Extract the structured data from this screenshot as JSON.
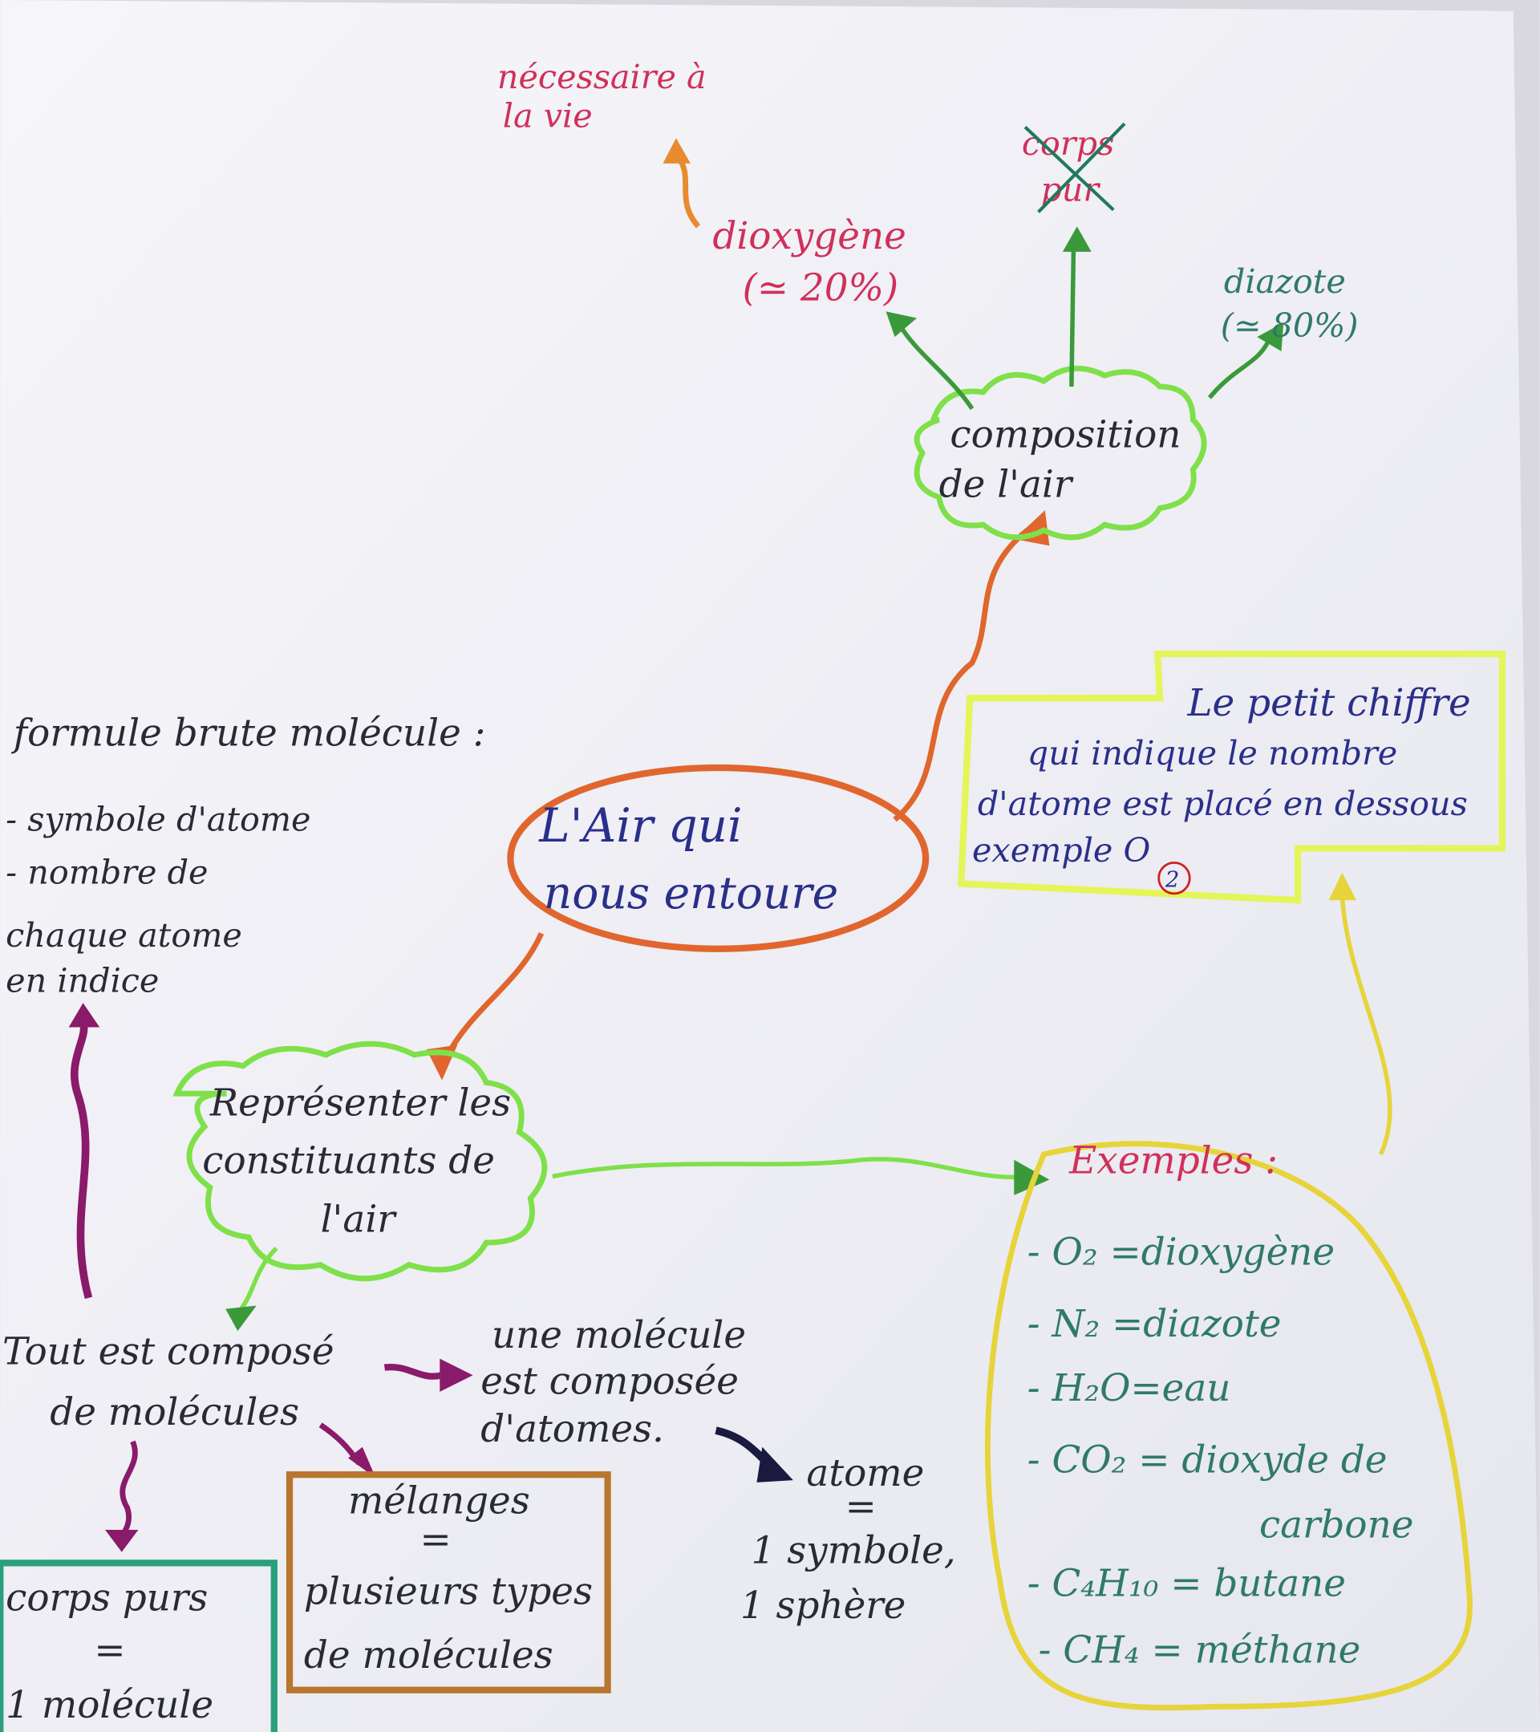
{
  "colors": {
    "paper": "#f4f4f8",
    "red_text": "#d0305a",
    "green_text": "#2f7a6a",
    "blue_text": "#2a2f8a",
    "dark_text": "#2a2a35",
    "orange": "#e0662e",
    "light_green": "#7fe04a",
    "yellow": "#e6d43a",
    "lime": "#e4f55a",
    "purple": "#8a1a6a",
    "teal_box": "#2aa07a",
    "brown_box": "#b8762e"
  },
  "central": {
    "line1": "L'Air qui",
    "line2": "nous entoure"
  },
  "composition": {
    "line1": "composition",
    "line2": "de   l'air",
    "dioxygen": {
      "name": "dioxygène",
      "pct": "(≃ 20%)"
    },
    "necessary": {
      "line1": "nécessaire à",
      "line2": "la   vie"
    },
    "pure_body_crossed": {
      "line1": "corps",
      "line2": "pur"
    },
    "diazote": {
      "name": "diazote",
      "pct": "(≃ 80%)"
    }
  },
  "note_box": {
    "line1": "Le petit chiffre",
    "line2": "qui indique le nombre",
    "line3": "d'atome   est placé  en dessous",
    "line4": "exemple  O",
    "subscript": "2"
  },
  "formula": {
    "title": "formule brute molécule :",
    "item1": "- symbole d'atome",
    "item2a": "- nombre de",
    "item2b": "chaque atome",
    "item2c": "en  indice"
  },
  "represent": {
    "line1": "Représenter les",
    "line2": "constituants de",
    "line3": "l'air"
  },
  "examples": {
    "title": "Exemples :",
    "items": [
      "- O₂ =dioxygène",
      "- N₂ =diazote",
      "- H₂O=eau",
      "- CO₂ = dioxyde de",
      "carbone",
      "- C₄H₁₀ = butane",
      "- CH₄ = méthane"
    ]
  },
  "molecules": {
    "everything_l1": "Tout  est  composé",
    "everything_l2": "de  molécules",
    "molecule_l1": "une  molécule",
    "molecule_l2": "est  composée",
    "molecule_l3": "d'atomes.",
    "atom_l1": "atome",
    "atom_l2": "=",
    "atom_l3": "1 symbole,",
    "atom_l4": "1 sphère",
    "pure_l1": "corps  purs",
    "pure_l2": "=",
    "pure_l3": "1 molécule",
    "mix_l1": "mélanges",
    "mix_l2": "=",
    "mix_l3": "plusieurs types",
    "mix_l4": "de  molécules"
  }
}
